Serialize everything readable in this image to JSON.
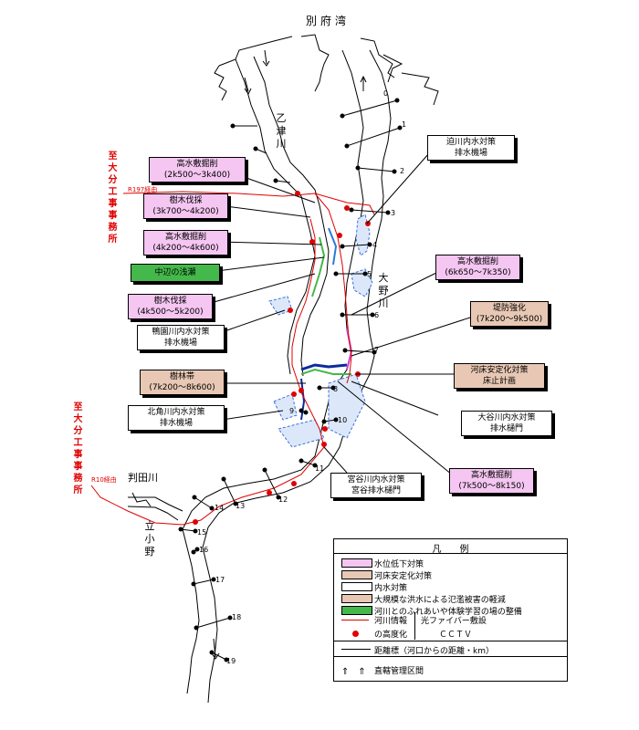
{
  "title_bay": "別府湾",
  "rivers": {
    "otozu": "乙津川",
    "ono": "大野川",
    "hantagawa": "判田川",
    "tachi_ono": "立小野"
  },
  "roads": {
    "r197": "R197経由",
    "r10": "R10経由"
  },
  "office_top": "至大分工事事務所",
  "office_bottom": "至大分工事事務所",
  "labels": {
    "l1": {
      "line1": "高水敷掘削",
      "line2": "(2k500〜3k400)"
    },
    "l2": {
      "line1": "樹木伐採",
      "line2": "(3k700〜4k200)"
    },
    "l3": {
      "line1": "高水敷掘削",
      "line2": "(4k200〜4k600)"
    },
    "l4": {
      "line1": "中辺の浅瀬",
      "line2": ""
    },
    "l5": {
      "line1": "樹木伐採",
      "line2": "(4k500〜5k200)"
    },
    "l6": {
      "line1": "鴨園川内水対策",
      "line2": "排水機場"
    },
    "l7": {
      "line1": "樹林帯",
      "line2": "(7k200〜8k600)"
    },
    "l8": {
      "line1": "北角川内水対策",
      "line2": "排水機場"
    },
    "r1": {
      "line1": "迫川内水対策",
      "line2": "排水機場"
    },
    "r2": {
      "line1": "高水敷掘削",
      "line2": "(6k650〜7k350)"
    },
    "r3": {
      "line1": "堤防強化",
      "line2": "(7k200〜9k500)"
    },
    "r4": {
      "line1": "河床安定化対策",
      "line2": "床止計画"
    },
    "r5": {
      "line1": "大谷川内水対策",
      "line2": "排水樋門"
    },
    "r6": {
      "line1": "高水敷掘削",
      "line2": "(7k500〜8k150)"
    },
    "b1": {
      "line1": "宮谷川内水対策",
      "line2": "宮谷排水樋門"
    }
  },
  "km_ticks": [
    "0",
    "1",
    "2",
    "3",
    "4",
    "5",
    "6",
    "7",
    "8",
    "9",
    "10",
    "11",
    "12",
    "13",
    "14",
    "15",
    "16",
    "17",
    "18",
    "19"
  ],
  "legend": {
    "title": "凡　　例",
    "items": [
      {
        "text": "水位低下対策",
        "color": "#f4c6f1"
      },
      {
        "text": "河床安定化対策",
        "color": "#e8c8b4"
      },
      {
        "text": "内水対策",
        "color": "#ffffff"
      },
      {
        "text": "大規模な洪水による氾濫被害の軽減",
        "color": "#e8c8b4"
      },
      {
        "text": "河川とのふれあいや体験学習の場の整備",
        "color": "#44b84a"
      }
    ],
    "river_info": "河川情報",
    "river_info2": "の高度化",
    "fiber": "光ファイバー敷設",
    "cctv": "ＣＣＴＶ",
    "km_post": "距離標（河口からの距離・km）",
    "section": "直轄管理区間"
  }
}
